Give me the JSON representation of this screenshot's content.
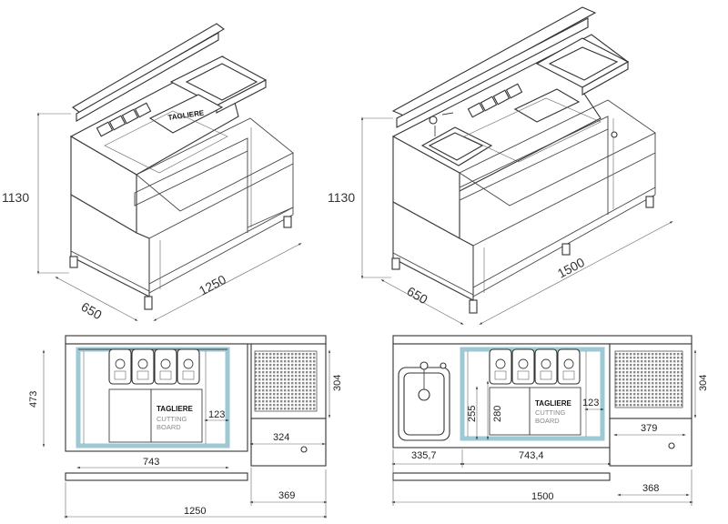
{
  "left_iso": {
    "height": "1130",
    "depth": "650",
    "width": "1250",
    "panel_label": "TAGLIERE"
  },
  "right_iso": {
    "height": "1130",
    "depth": "650",
    "width": "1500"
  },
  "left_plan": {
    "height": "473",
    "sink_depth": "304",
    "inner_width": "743",
    "board_width": "123",
    "drawer_width": "324",
    "right_module": "369",
    "total_width": "1250",
    "board_label_1": "TAGLIERE",
    "board_label_2": "CUTTING",
    "board_label_3": "BOARD"
  },
  "right_plan": {
    "sink_depth": "304",
    "pan_depth_1": "255",
    "pan_depth_2": "280",
    "board_width": "123",
    "sink_width": "335,7",
    "inner_width": "743,4",
    "drawer_width": "379",
    "right_module": "368",
    "total_width": "1500",
    "board_label_1": "TAGLIERE",
    "board_label_2": "CUTTING",
    "board_label_3": "BOARD"
  }
}
